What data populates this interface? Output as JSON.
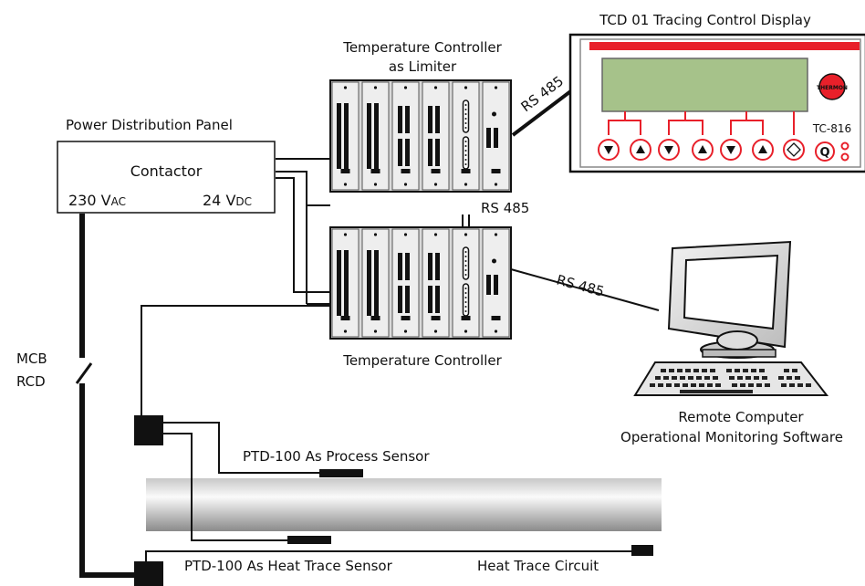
{
  "labels": {
    "tcd_display": "TCD 01 Tracing Control Display",
    "controller_limiter_line1": "Temperature Controller",
    "controller_limiter_line2": "as Limiter",
    "power_panel": "Power Distribution Panel",
    "contactor": "Contactor",
    "ac_main": "230 V",
    "ac_sub": "AC",
    "dc_main": "24 V",
    "dc_sub": "DC",
    "rs485_display": "RS 485",
    "rs485_between": "RS 485",
    "rs485_computer": "RS 485",
    "controller": "Temperature Controller",
    "mcb": "MCB",
    "rcd": "RCD",
    "remote_computer_line1": "Remote Computer",
    "remote_computer_line2": "Operational Monitoring Software",
    "process_sensor": "PTD-100 As Process Sensor",
    "heat_trace_sensor": "PTD-100 As Heat Trace Sensor",
    "heat_trace_circuit": "Heat Trace Circuit",
    "display_model": "TC-816",
    "logo_text": "THERMON",
    "q_button": "Q"
  },
  "colors": {
    "accent_red": "#e8202a",
    "lcd_green": "#a6c28a",
    "rack_gray": "#d9d9d9",
    "line_black": "#111111"
  }
}
